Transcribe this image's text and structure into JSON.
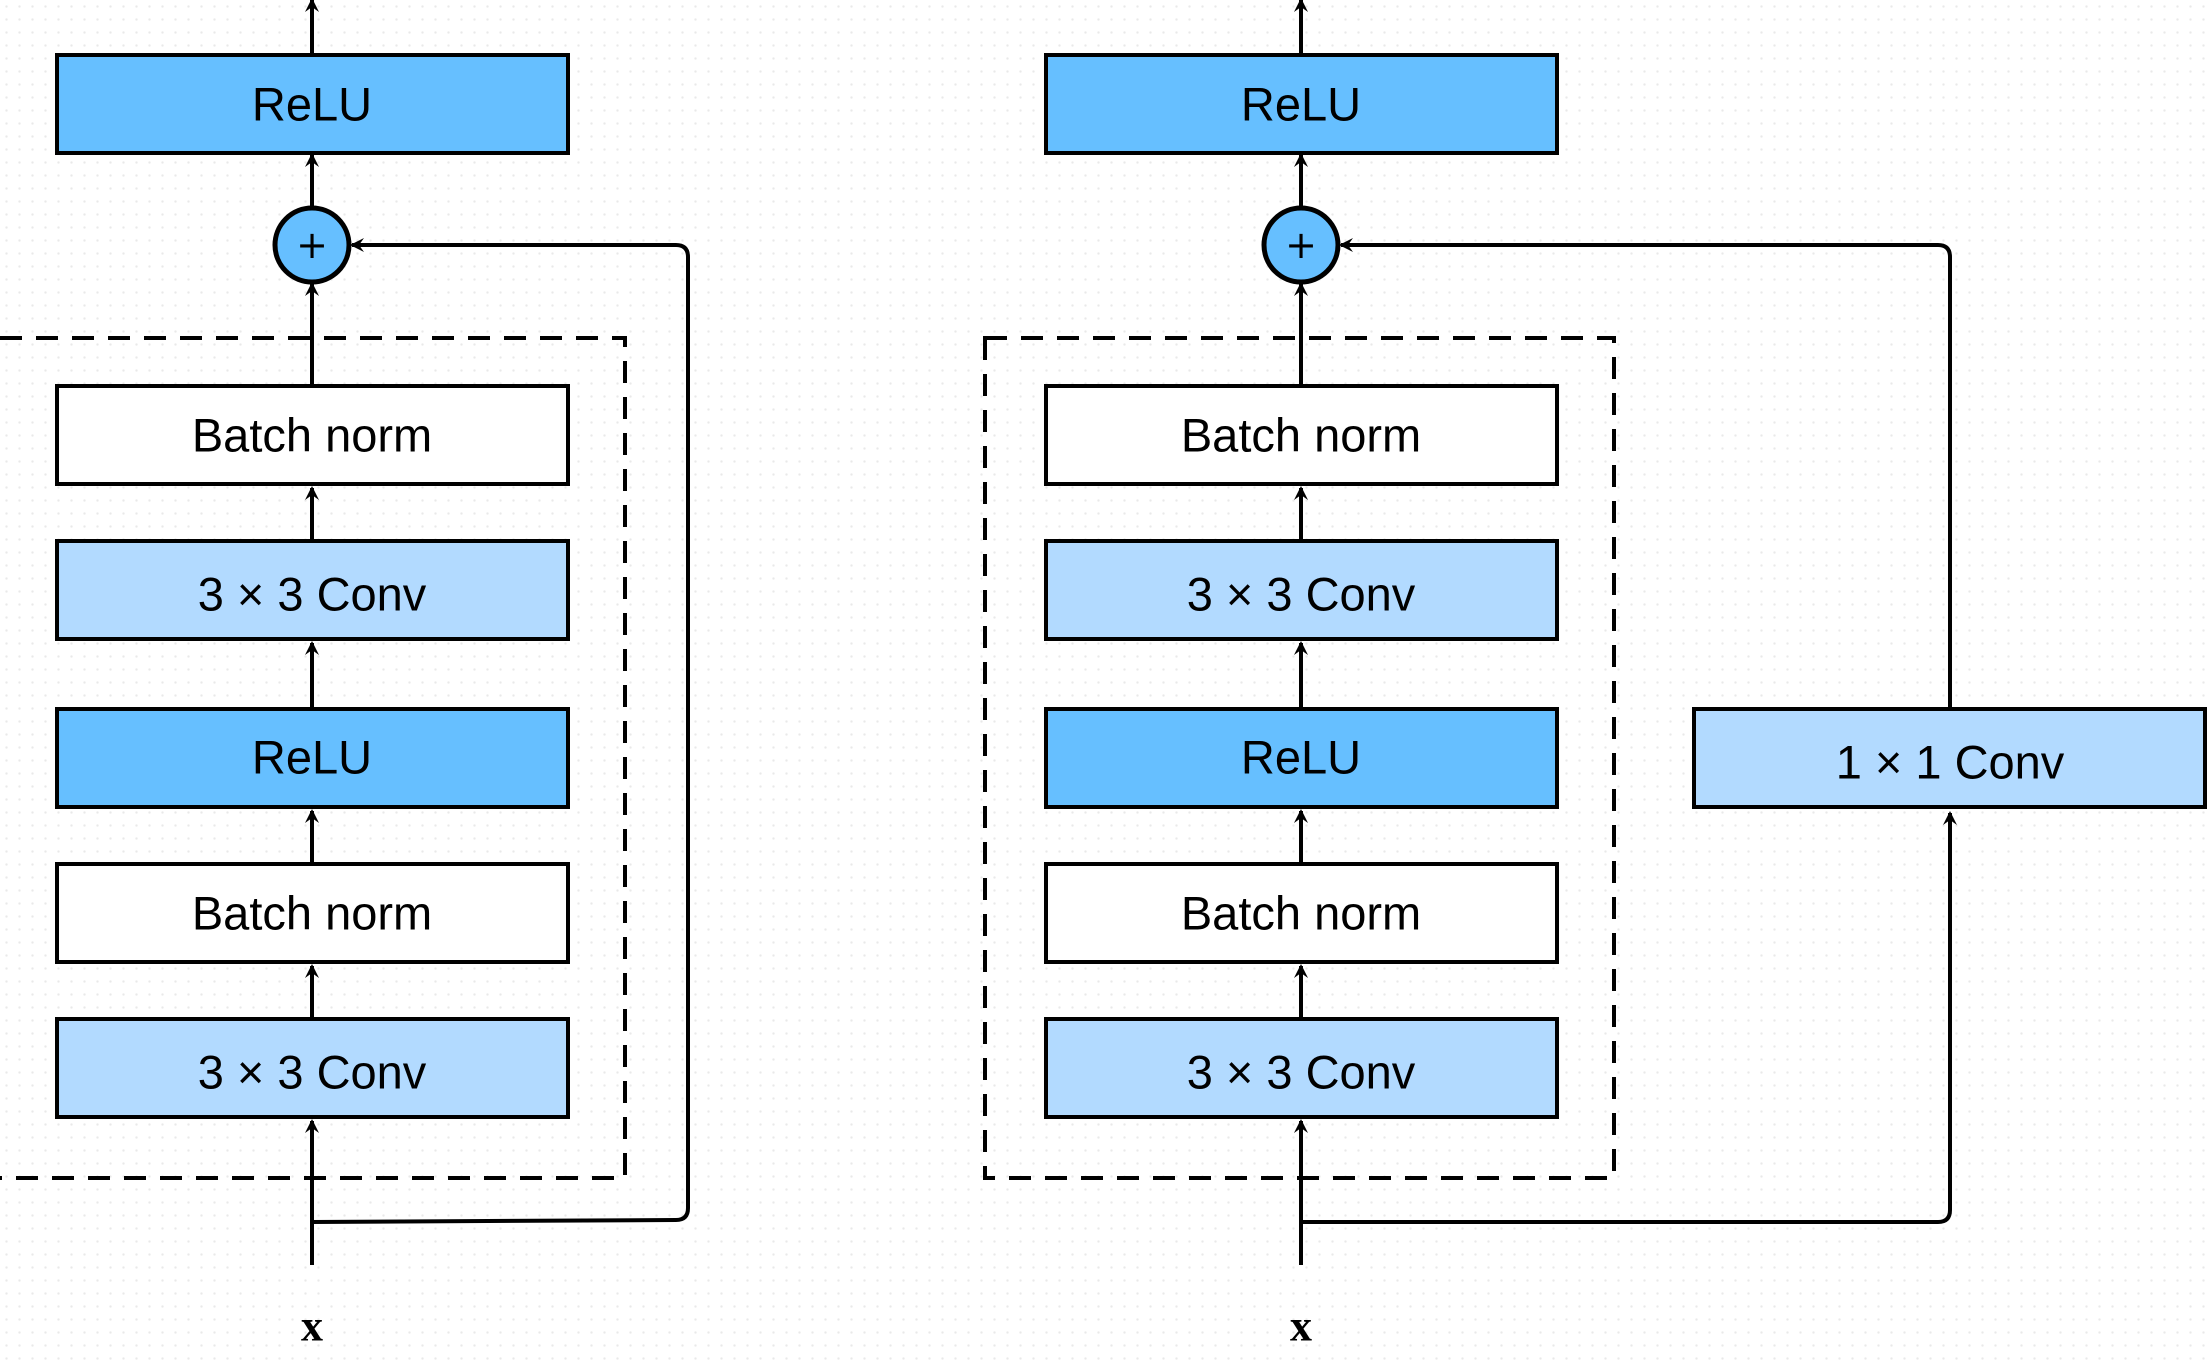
{
  "colors": {
    "relu_fill": "#66bfff",
    "conv_fill": "#b2daff",
    "batchnorm_fill": "#ffffff",
    "sum_fill": "#66bfff",
    "stroke": "#000000"
  },
  "left_block": {
    "top_relu": "ReLU",
    "sum_symbol": "+",
    "layers": [
      "Batch norm",
      "3 × 3 Conv",
      "ReLU",
      "Batch norm",
      "3 × 3 Conv"
    ],
    "input_label": "x"
  },
  "right_block": {
    "top_relu": "ReLU",
    "sum_symbol": "+",
    "layers": [
      "Batch norm",
      "3 × 3 Conv",
      "ReLU",
      "Batch norm",
      "3 × 3 Conv"
    ],
    "shortcut_conv": "1 × 1 Conv",
    "input_label": "x"
  }
}
